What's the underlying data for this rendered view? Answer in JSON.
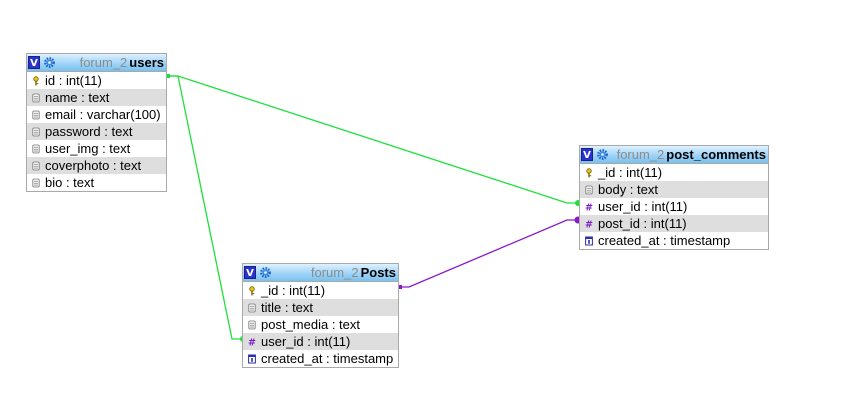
{
  "tables": {
    "users": {
      "db": "forum_2",
      "name": "users",
      "columns": [
        {
          "text": "id : int(11)",
          "icon": "primary-key-icon"
        },
        {
          "text": "name : text",
          "icon": "text-column-icon"
        },
        {
          "text": "email : varchar(100)",
          "icon": "text-column-icon"
        },
        {
          "text": "password : text",
          "icon": "text-column-icon"
        },
        {
          "text": "user_img : text",
          "icon": "text-column-icon"
        },
        {
          "text": "coverphoto : text",
          "icon": "text-column-icon"
        },
        {
          "text": "bio : text",
          "icon": "text-column-icon"
        }
      ]
    },
    "posts": {
      "db": "forum_2",
      "name": "Posts",
      "columns": [
        {
          "text": "_id : int(11)",
          "icon": "primary-key-icon"
        },
        {
          "text": "title : text",
          "icon": "text-column-icon"
        },
        {
          "text": "post_media : text",
          "icon": "text-column-icon"
        },
        {
          "text": "user_id : int(11)",
          "icon": "numeric-column-icon"
        },
        {
          "text": "created_at : timestamp",
          "icon": "timestamp-column-icon"
        }
      ]
    },
    "post_comments": {
      "db": "forum_2",
      "name": "post_comments",
      "columns": [
        {
          "text": "_id : int(11)",
          "icon": "primary-key-icon"
        },
        {
          "text": "body : text",
          "icon": "text-column-icon"
        },
        {
          "text": "user_id : int(11)",
          "icon": "numeric-column-icon"
        },
        {
          "text": "post_id : int(11)",
          "icon": "numeric-column-icon"
        },
        {
          "text": "created_at : timestamp",
          "icon": "timestamp-column-icon"
        }
      ]
    }
  },
  "header_icons": {
    "view": "V",
    "options": "gear-icon"
  },
  "colors": {
    "users_relation": "#1ee03c",
    "posts_relation": "#8a17c8",
    "header_gradient_top": "#dff1ff",
    "header_gradient_bottom": "#78c1ef",
    "alt_row": "#dedede"
  },
  "relations": [
    {
      "from": "users.id",
      "to": "post_comments.user_id",
      "color_key": "users_relation"
    },
    {
      "from": "users.id",
      "to": "Posts.user_id",
      "color_key": "users_relation"
    },
    {
      "from": "Posts._id",
      "to": "post_comments.post_id",
      "color_key": "posts_relation"
    }
  ]
}
